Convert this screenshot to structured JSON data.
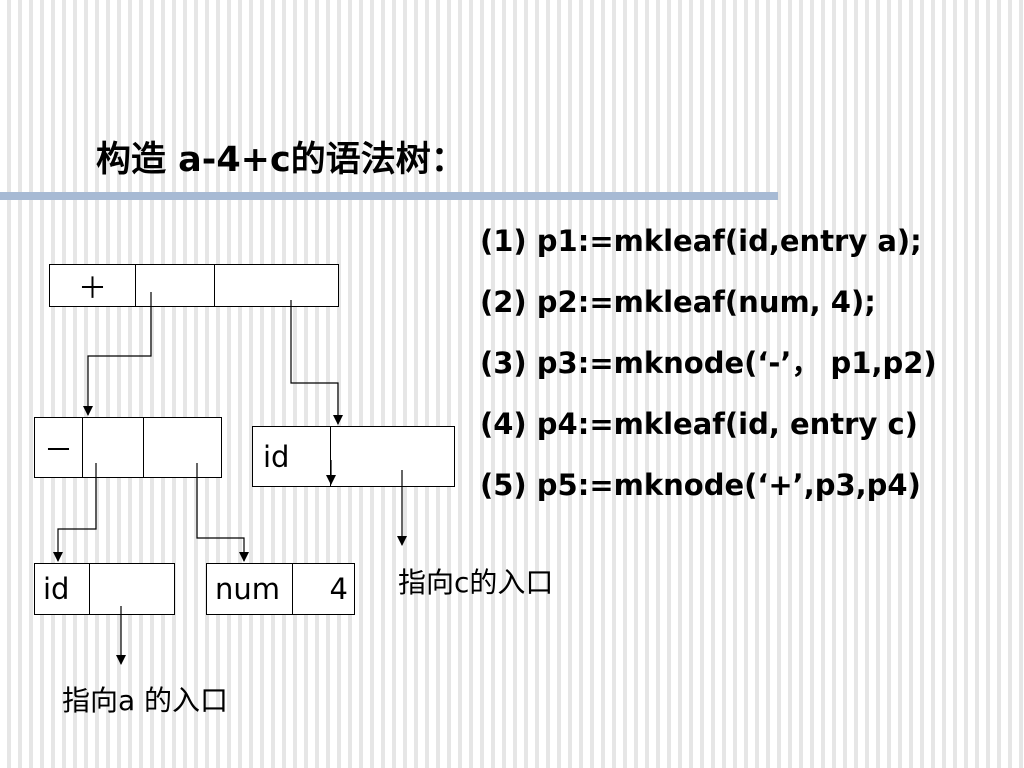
{
  "title": "构造 a-4+c的语法树：",
  "steps": [
    "(1) p1:=mkleaf(id,entry a);",
    "(2) p2:=mkleaf(num, 4);",
    "(3) p3:=mknode(‘-’， p1,p2)",
    "(4) p4:=mkleaf(id, entry c)",
    "(5) p5:=mknode(‘+’,p3,p4)"
  ],
  "tree": {
    "plus_node": "＋",
    "minus_node": "－",
    "id_a_leaf": "id",
    "id_c_leaf": "id",
    "num_leaf_label": "num",
    "num_leaf_value": "4"
  },
  "notes": {
    "pointer_a": "指向a 的入口",
    "pointer_c": "指向c的入口"
  },
  "colors": {
    "rule": "#a7bad4"
  }
}
